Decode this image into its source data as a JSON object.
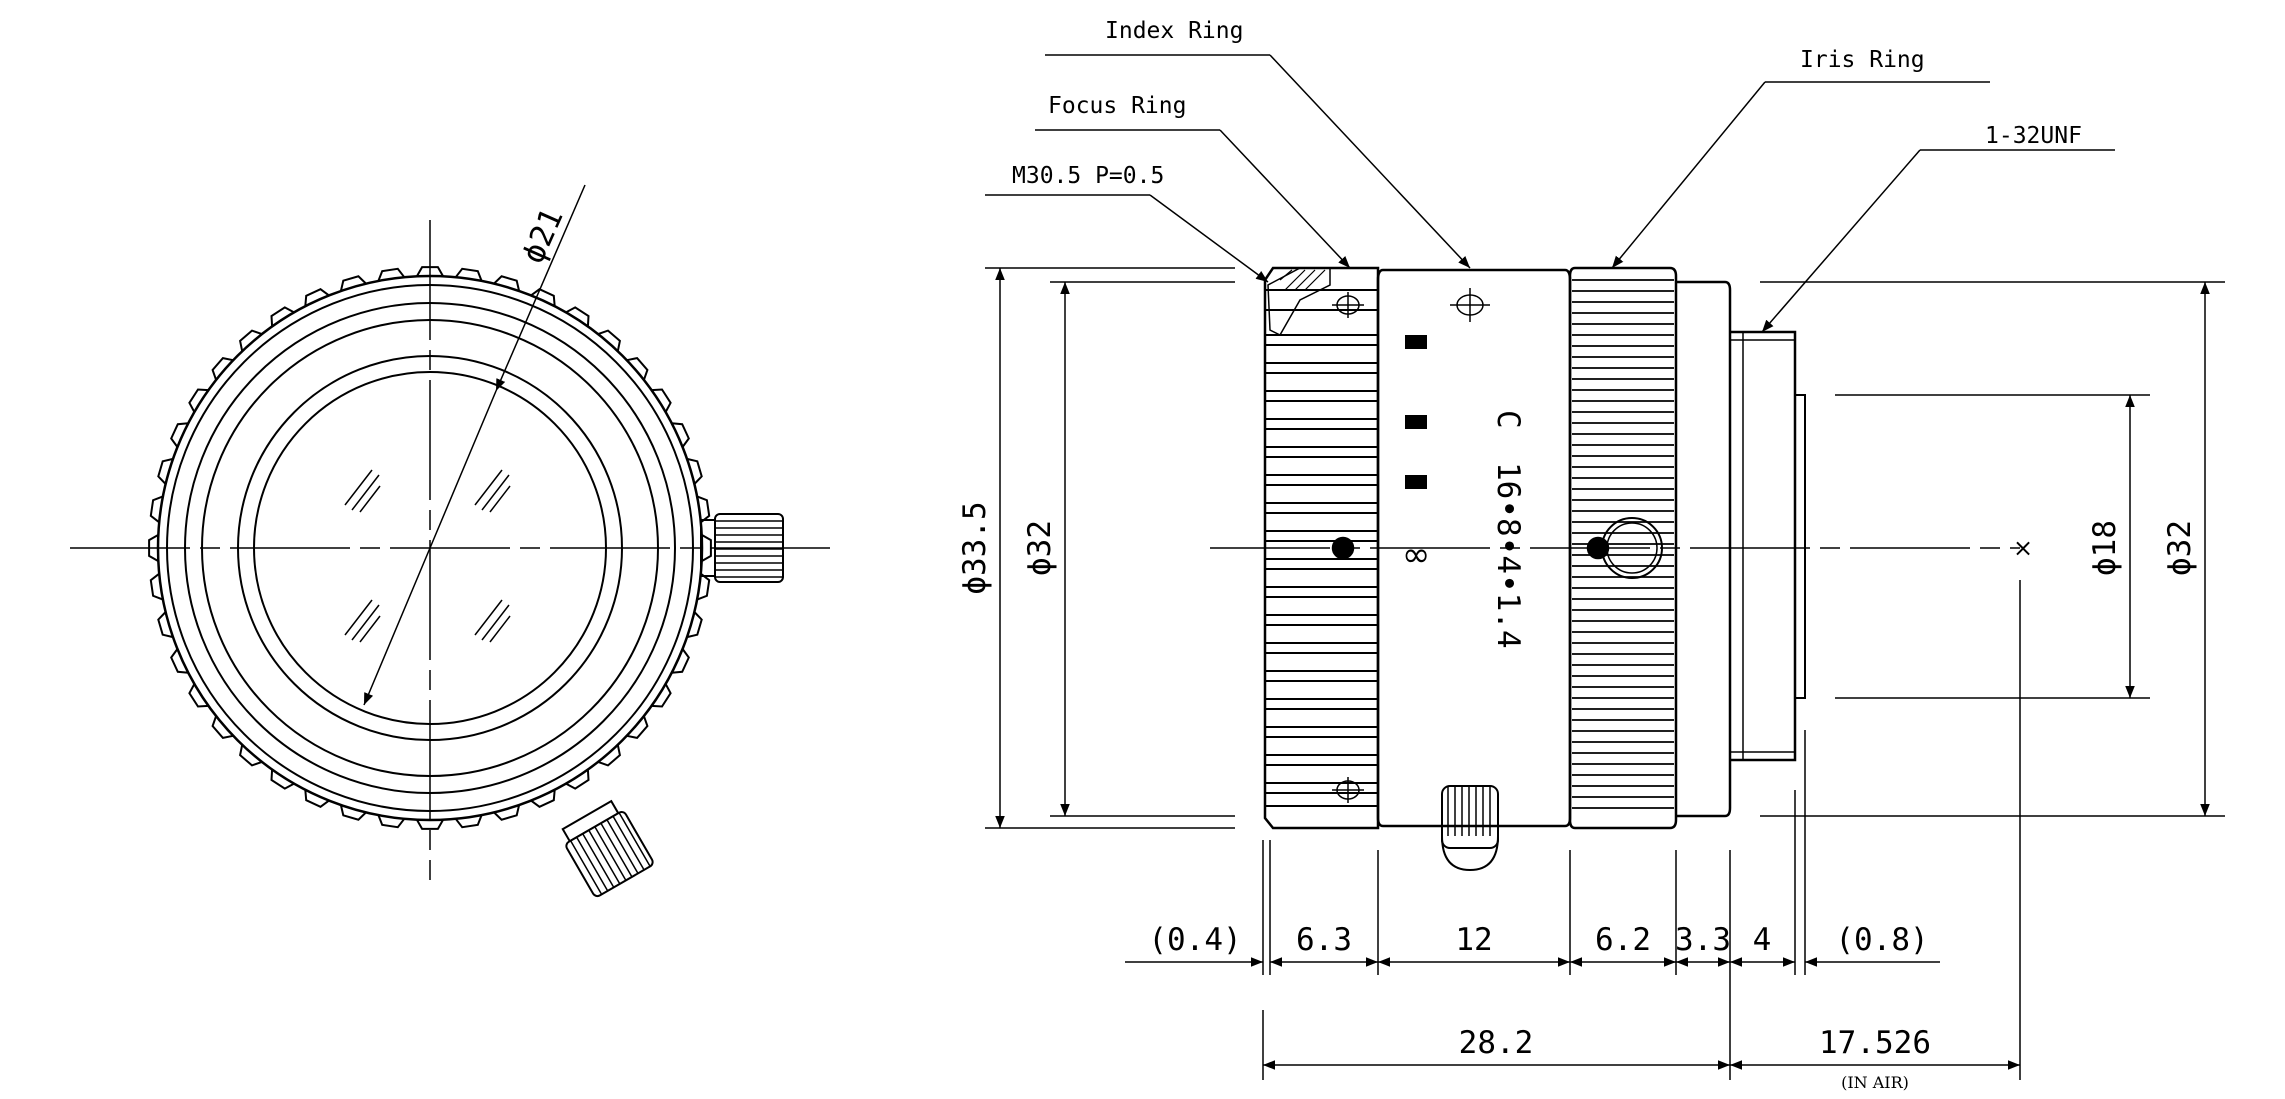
{
  "front_view": {
    "diameter_label": "ϕ21"
  },
  "callouts": {
    "index_ring": "Index Ring",
    "focus_ring": "Focus Ring",
    "thread": "M30.5 P=0.5",
    "iris_ring": "Iris Ring",
    "mount": "1-32UNF"
  },
  "lens_markings": {
    "mount_letter": "C",
    "f_numbers": "16•8•4•1.4",
    "infinity": "∞"
  },
  "dimensions": {
    "dia_33_5": "ϕ33.5",
    "dia_32_left": "ϕ32",
    "dia_18": "ϕ18",
    "dia_32_right": "ϕ32",
    "len_0_4": "(0.4)",
    "len_6_3": "6.3",
    "len_12": "12",
    "len_6_2": "6.2",
    "len_3_3": "3.3",
    "len_4": "4",
    "len_0_8": "(0.8)",
    "len_28_2": "28.2",
    "len_17_526": "17.526",
    "in_air": "(IN AIR)"
  }
}
